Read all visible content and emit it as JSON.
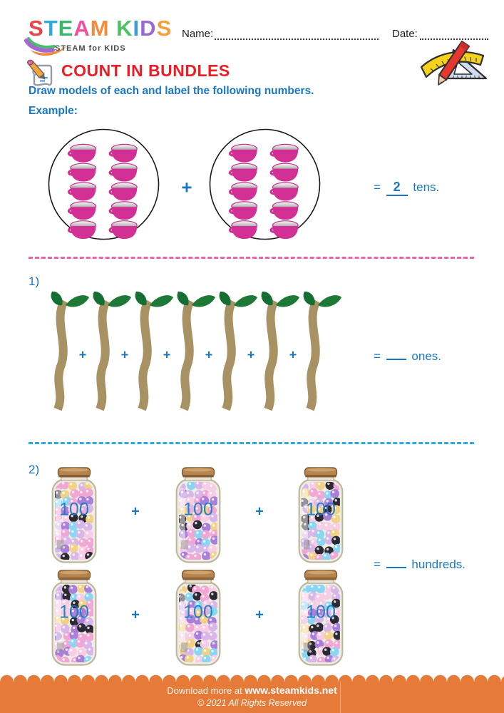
{
  "logo": {
    "letters": [
      {
        "ch": "S",
        "color": "#ee4148"
      },
      {
        "ch": "T",
        "color": "#2eaae2"
      },
      {
        "ch": "E",
        "color": "#3cb96e"
      },
      {
        "ch": "A",
        "color": "#f0509e"
      },
      {
        "ch": "M",
        "color": "#f28c3c"
      },
      {
        "ch": " ",
        "color": "#000000"
      },
      {
        "ch": "K",
        "color": "#4ec163"
      },
      {
        "ch": "I",
        "color": "#3a9ddc"
      },
      {
        "ch": "D",
        "color": "#9a6ad2"
      },
      {
        "ch": "S",
        "color": "#f6a03c"
      }
    ],
    "subtitle": "STEAM for KIDS"
  },
  "header": {
    "name_label": "Name:",
    "date_label": "Date:"
  },
  "title": {
    "text": "COUNT IN BUNDLES"
  },
  "instruction": "Draw models of each and label the following numbers.",
  "example": {
    "label": "Example:",
    "circles": 2,
    "cups_per_circle": 10,
    "plus": "+",
    "equals": "=",
    "answer": "2",
    "unit": "tens."
  },
  "q1": {
    "number": "1)",
    "sprout_count": 7,
    "plus": "+",
    "equals": "=",
    "unit": "ones."
  },
  "q2": {
    "number": "2)",
    "jars_row1": 3,
    "jars_row2": 3,
    "jar_label": "100",
    "plus": "+",
    "equals": "=",
    "unit": "hundreds."
  },
  "footer": {
    "prefix": "Download more at ",
    "url": "www.steamkids.net",
    "copyright": "© 2021 All Rights Reserved"
  },
  "colors": {
    "accent_blue": "#1a78c2",
    "title_red": "#ee1c25",
    "divider_pink": "#f05fa8",
    "divider_blue": "#29abe2",
    "footer_orange": "#e67a39",
    "cup_pink": "#d23094",
    "stem_tan": "#a89264",
    "leaf_green": "#1d7a36",
    "cork_brown": "#b6854d",
    "ball_palette": [
      "#f0a7d4",
      "#a97fd9",
      "#8ad6f2",
      "#f1d287",
      "#2c2933",
      "#d9b6ea",
      "#f6cde4"
    ]
  }
}
